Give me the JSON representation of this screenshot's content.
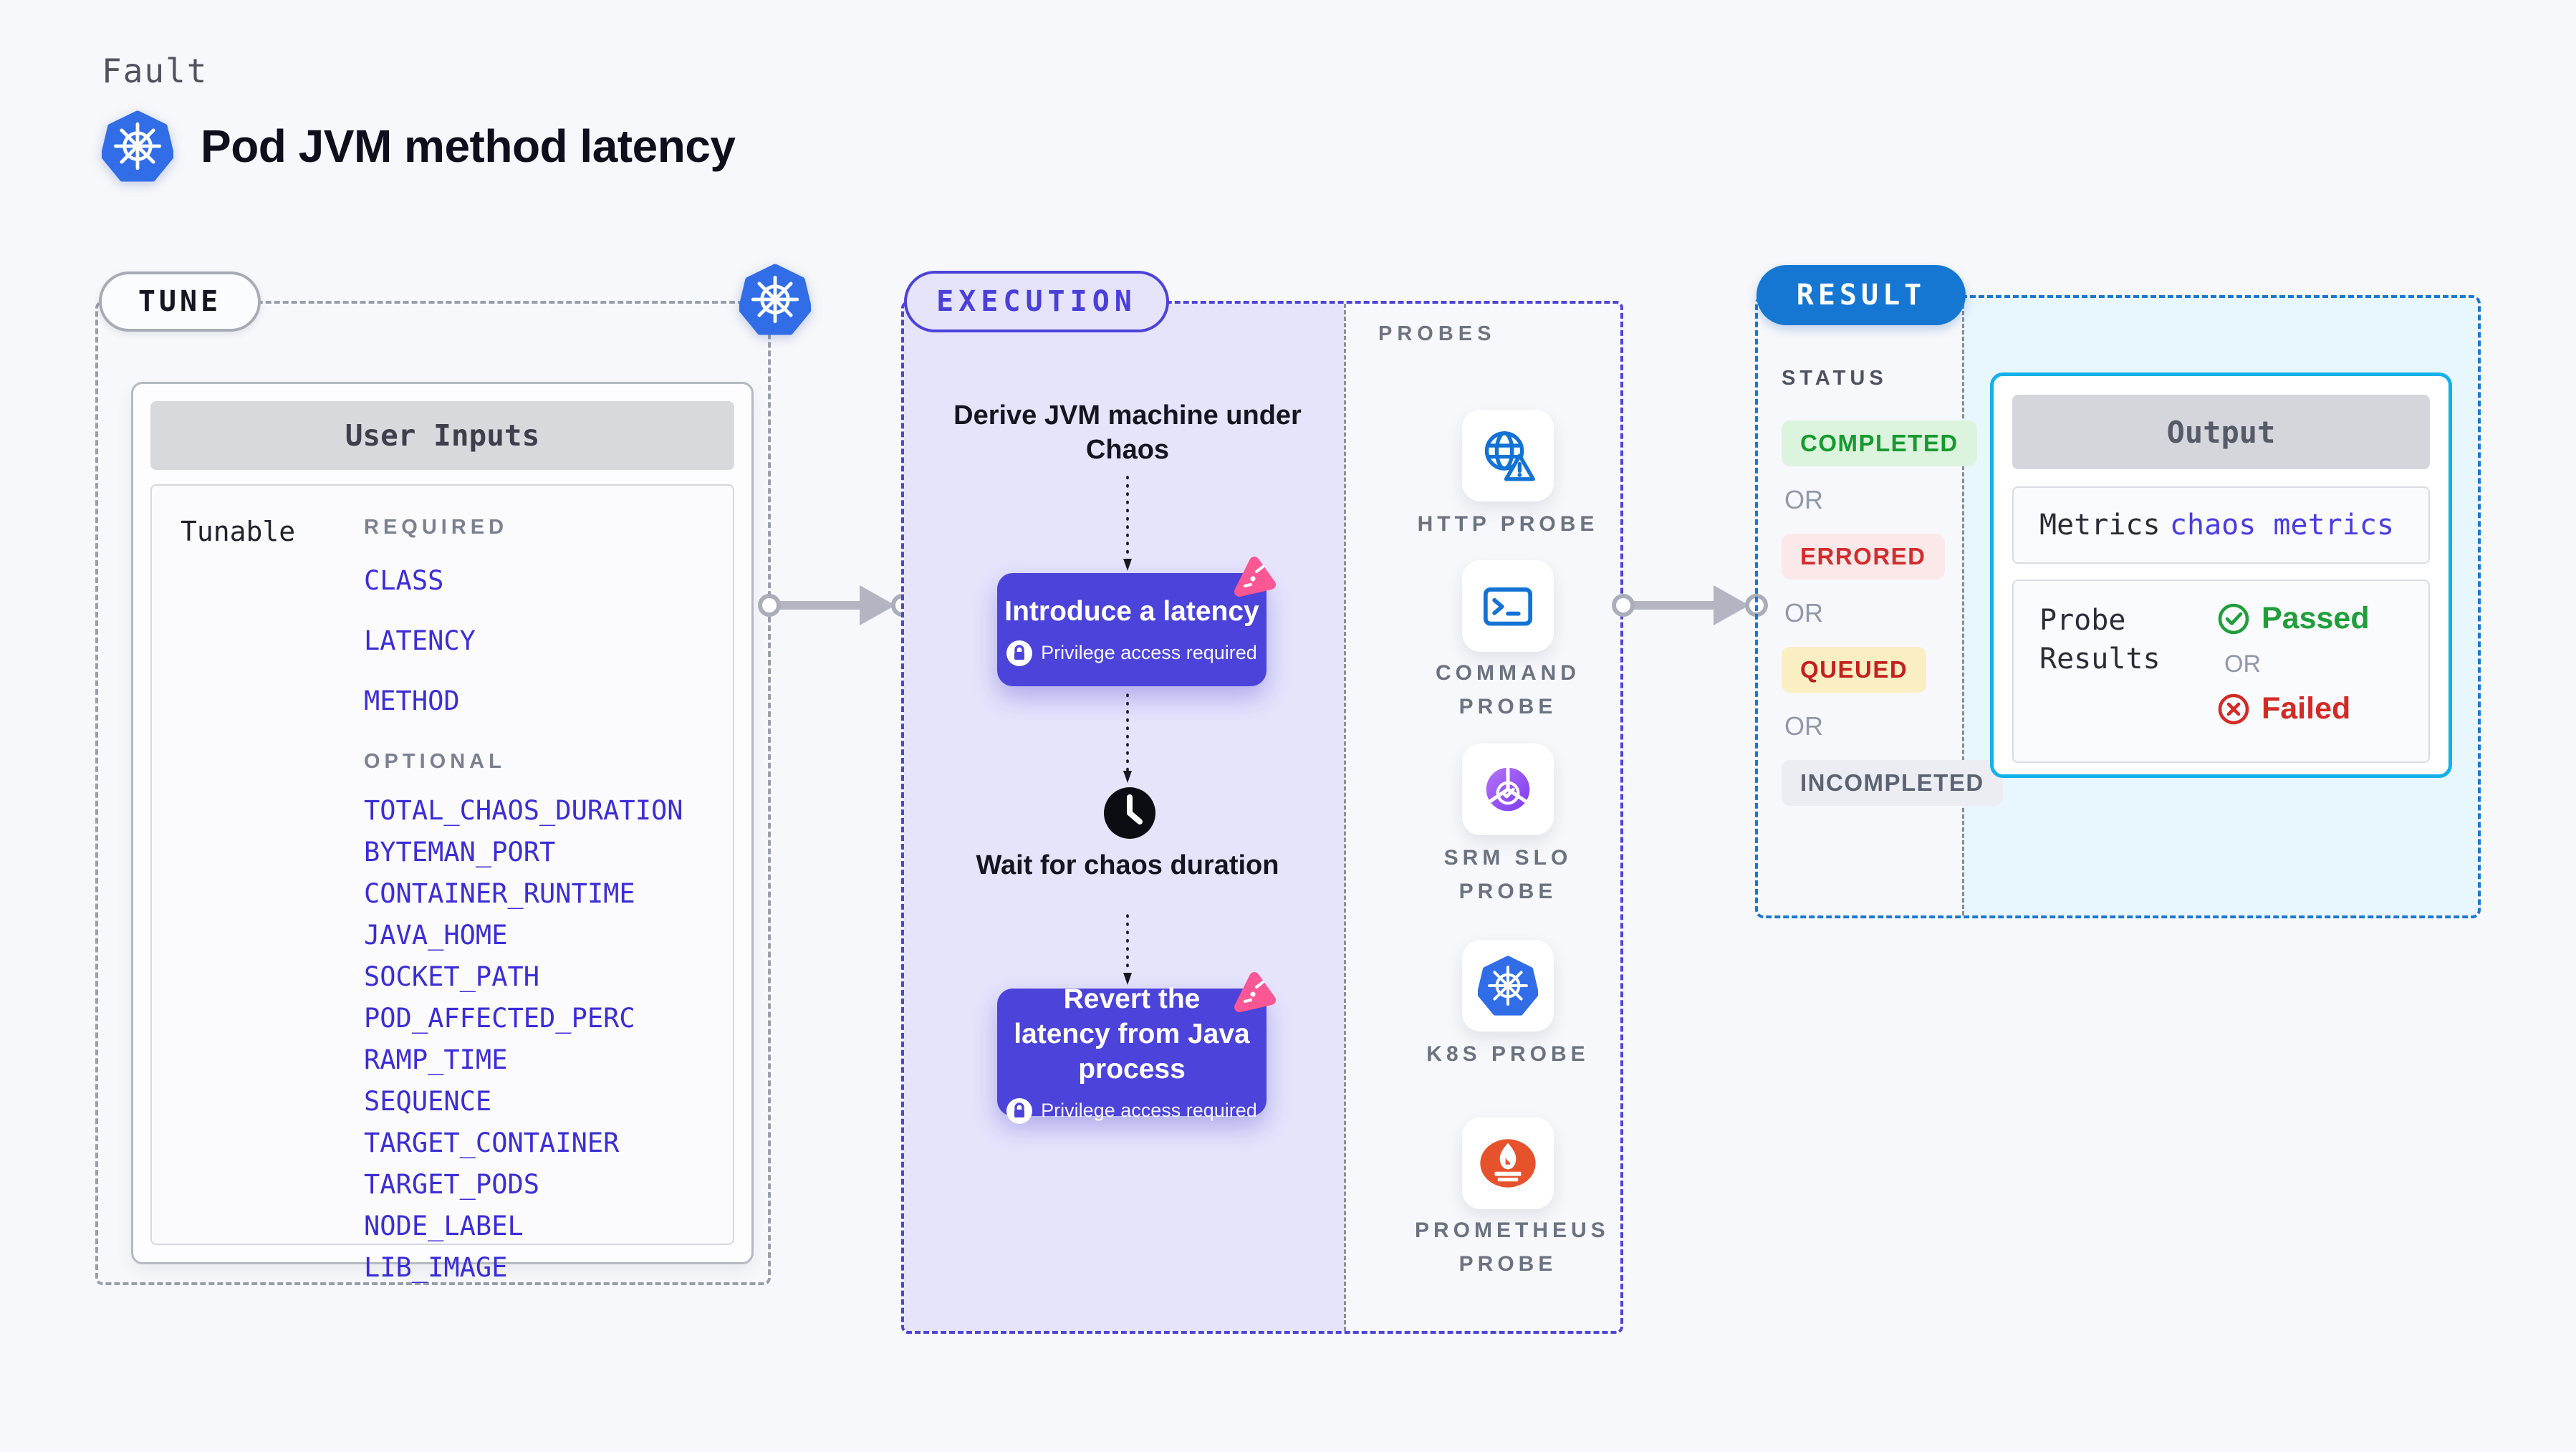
{
  "page": {
    "kicker": "Fault",
    "title": "Pod JVM method latency"
  },
  "tune": {
    "label": "TUNE",
    "card_title": "User Inputs",
    "row_label": "Tunable",
    "required_label": "REQUIRED",
    "required_items": [
      "CLASS",
      "LATENCY",
      "METHOD"
    ],
    "optional_label": "OPTIONAL",
    "optional_items": [
      "TOTAL_CHAOS_DURATION",
      "BYTEMAN_PORT",
      "CONTAINER_RUNTIME",
      "JAVA_HOME",
      "SOCKET_PATH",
      "POD_AFFECTED_PERC",
      "RAMP_TIME",
      "SEQUENCE",
      "TARGET_CONTAINER",
      "TARGET_PODS",
      "NODE_LABEL",
      "LIB_IMAGE"
    ]
  },
  "execution": {
    "label": "EXECUTION",
    "derive_text": "Derive JVM machine under Chaos",
    "node1": {
      "title": "Introduce a latency",
      "privilege": "Privilege access required"
    },
    "wait_text": "Wait for chaos duration",
    "node2": {
      "title": "Revert the latency from Java process",
      "privilege": "Privilege access required"
    }
  },
  "probes": {
    "label": "PROBES",
    "items": [
      {
        "name": "HTTP PROBE",
        "icon": "globe-alert-icon"
      },
      {
        "name": "COMMAND PROBE",
        "icon": "terminal-icon"
      },
      {
        "name": "SRM SLO PROBE",
        "icon": "slo-gauge-icon"
      },
      {
        "name": "K8S PROBE",
        "icon": "kubernetes-icon"
      },
      {
        "name": "PROMETHEUS PROBE",
        "icon": "prometheus-icon"
      }
    ]
  },
  "result": {
    "label": "RESULT",
    "status_label": "STATUS",
    "or_label": "OR",
    "statuses": [
      {
        "text": "COMPLETED",
        "fg": "#169a2f",
        "bg": "#dcf4dd"
      },
      {
        "text": "ERRORED",
        "fg": "#d22d2d",
        "bg": "#fbe9e9"
      },
      {
        "text": "QUEUED",
        "fg": "#c41f1f",
        "bg": "#faeec3"
      },
      {
        "text": "INCOMPLETED",
        "fg": "#5c6372",
        "bg": "#ebedf3"
      }
    ],
    "output": {
      "title": "Output",
      "metrics_label": "Metrics",
      "metrics_value": "chaos metrics",
      "probe_results_label": "Probe Results",
      "passed": "Passed",
      "or": "OR",
      "failed": "Failed"
    }
  },
  "colors": {
    "accent_indigo": "#4c43da",
    "accent_blue": "#1577d2",
    "accent_cyan": "#14b1e9",
    "kubernetes_blue": "#316de6",
    "prometheus_orange": "#e6522c",
    "chaos_badge_pink": "#fb5795",
    "link_indigo": "#3b2ed4",
    "passed_green": "#1f9e3a",
    "failed_red": "#d42a24"
  }
}
